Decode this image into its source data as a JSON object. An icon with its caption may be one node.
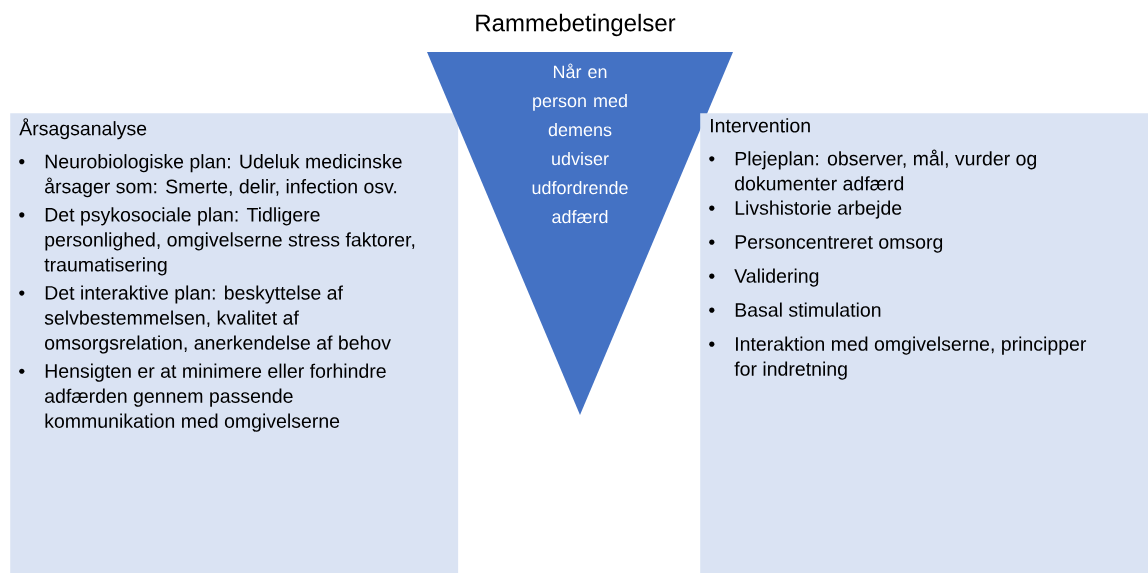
{
  "diagram": {
    "title": "Rammebetingelser",
    "nodes": [
      {
        "text": [
          "Årsagsanalyse",
          "Neurobiologiske plan: Udeluk medicinske årsager som: Smerte, delir, infection osv.",
          "Det psykosociale plan: Tidligere personlighed, omgivelserne stress faktorer, traumatisering",
          "Det interaktive plan: beskyttelse af selvbestemmelsen, kvalitet af omsorgsrelation, anerkendelse af behov",
          "Hensigten er at minimere eller forhindre adfærden gennem passende kommunikation med omgivelserne"
        ]
      },
      {
        "text": [
          "Når en person med demens udviser udfordrende adfærd"
        ]
      },
      {
        "text": [
          "Intervention",
          "Plejeplan: observer, mål, vurder og dokumenter adfærd",
          "Livshistorie arbejde",
          "Personcentreret omsorg",
          "Validering",
          "Basal stimulation",
          "Interaktion med omgivelserne, principper for indretning"
        ]
      }
    ],
    "edges": []
  }
}
